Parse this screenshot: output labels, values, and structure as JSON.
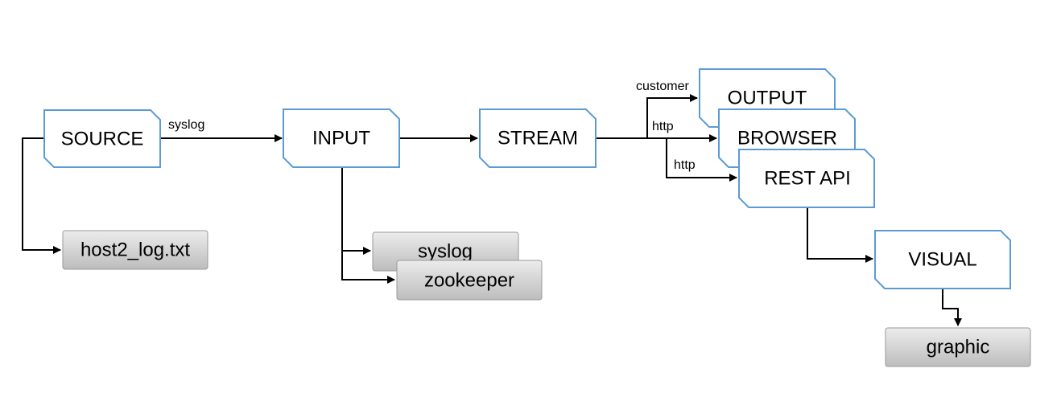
{
  "diagram": {
    "nodes": [
      {
        "id": "source",
        "label": "SOURCE",
        "kind": "process"
      },
      {
        "id": "input",
        "label": "INPUT",
        "kind": "process"
      },
      {
        "id": "stream",
        "label": "STREAM",
        "kind": "process"
      },
      {
        "id": "output",
        "label": "OUTPUT",
        "kind": "process"
      },
      {
        "id": "browser",
        "label": "BROWSER",
        "kind": "process"
      },
      {
        "id": "restapi",
        "label": "REST API",
        "kind": "process"
      },
      {
        "id": "visual",
        "label": "VISUAL",
        "kind": "process"
      },
      {
        "id": "host2log",
        "label": "host2_log.txt",
        "kind": "store"
      },
      {
        "id": "syslogstore",
        "label": "syslog",
        "kind": "store"
      },
      {
        "id": "zookeeper",
        "label": "zookeeper",
        "kind": "store"
      },
      {
        "id": "graphic",
        "label": "graphic",
        "kind": "store"
      }
    ],
    "edges": [
      {
        "from": "source",
        "to": "input",
        "label": "syslog"
      },
      {
        "from": "source",
        "to": "host2log",
        "label": ""
      },
      {
        "from": "input",
        "to": "stream",
        "label": ""
      },
      {
        "from": "input",
        "to": "syslogstore",
        "label": ""
      },
      {
        "from": "input",
        "to": "zookeeper",
        "label": ""
      },
      {
        "from": "stream",
        "to": "output",
        "label": "customer"
      },
      {
        "from": "stream",
        "to": "browser",
        "label": "http"
      },
      {
        "from": "stream",
        "to": "restapi",
        "label": "http"
      },
      {
        "from": "restapi",
        "to": "visual",
        "label": ""
      },
      {
        "from": "visual",
        "to": "graphic",
        "label": ""
      }
    ]
  },
  "colors": {
    "process_border": "#5b9bd5",
    "process_fill": "#ffffff",
    "store_fill_top": "#ececec",
    "store_fill_bottom": "#bdbdbd",
    "edge": "#000000"
  }
}
